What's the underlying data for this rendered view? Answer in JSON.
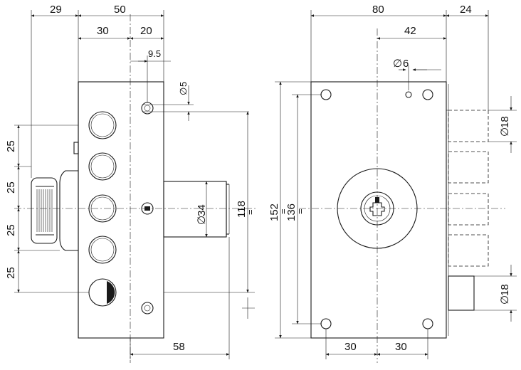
{
  "left_view": {
    "dim_top_29": "29",
    "dim_top_50": "50",
    "dim_top_30": "30",
    "dim_top_20": "20",
    "dim_top_9_5": "9.5",
    "dim_hole_5": "5",
    "dim_side_25_a": "25",
    "dim_side_25_b": "25",
    "dim_side_25_c": "25",
    "dim_side_25_d": "25",
    "dim_bolt_34": "34",
    "dim_118": "118",
    "dim_bottom_58": "58"
  },
  "right_view": {
    "dim_top_80": "80",
    "dim_top_24": "24",
    "dim_top_42": "42",
    "dim_hole_6": "6",
    "dim_152": "152",
    "dim_136": "136",
    "dim_bolt_18_a": "18",
    "dim_bolt_18_b": "18",
    "dim_bottom_30_a": "30",
    "dim_bottom_30_b": "30"
  },
  "symbols": {
    "diameter": "∅"
  }
}
